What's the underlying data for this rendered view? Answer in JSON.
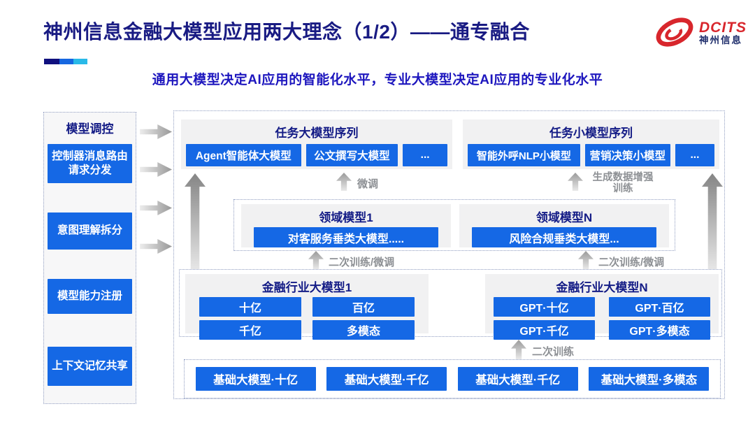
{
  "header": {
    "title": "神州信息金融大模型应用两大理念（1/2）——通专融合",
    "subtitle": "通用大模型决定AI应用的智能化水平，专业大模型决定AI应用的专业化水平",
    "logo": {
      "brand": "DCITS",
      "brand_cn": "神州信息"
    },
    "accent_colors": [
      "#10107e",
      "#1667e0",
      "#29b9e8"
    ]
  },
  "sidebar": {
    "title": "模型调控",
    "items": [
      "控制器消息路由请求分发",
      "意图理解拆分",
      "模型能力注册",
      "上下文记忆共享"
    ]
  },
  "diagram": {
    "task_large": {
      "title": "任务大模型序列",
      "items": [
        "Agent智能体大模型",
        "公文撰写大模型",
        "..."
      ]
    },
    "task_small": {
      "title": "任务小模型序列",
      "items": [
        "智能外呼NLP小模型",
        "营销决策小模型",
        "..."
      ]
    },
    "domain": {
      "groups": [
        {
          "title": "领域模型1",
          "item": "对客服务垂类大模型....."
        },
        {
          "title": "领域模型N",
          "item": "风险合规垂类大模型..."
        }
      ]
    },
    "industry": {
      "groups": [
        {
          "title": "金融行业大模型1",
          "items": [
            "十亿",
            "百亿",
            "千亿",
            "多模态"
          ]
        },
        {
          "title": "金融行业大模型N",
          "items": [
            "GPT·十亿",
            "GPT·百亿",
            "GPT·千亿",
            "GPT·多模态"
          ]
        }
      ]
    },
    "foundation": {
      "items": [
        "基础大模型·十亿",
        "基础大模型·千亿",
        "基础大模型·千亿",
        "基础大模型·多模态"
      ]
    },
    "arrow_labels": {
      "finetune": "微调",
      "gen_data_training": "生成数据增强训练",
      "retrain_ft_left": "二次训练/微调",
      "retrain_ft_right": "二次训练/微调",
      "retrain": "二次训练"
    },
    "colors": {
      "button_blue": "#1568e5",
      "panel_gray": "#f1f1f2",
      "heading_navy": "#141c86"
    }
  }
}
